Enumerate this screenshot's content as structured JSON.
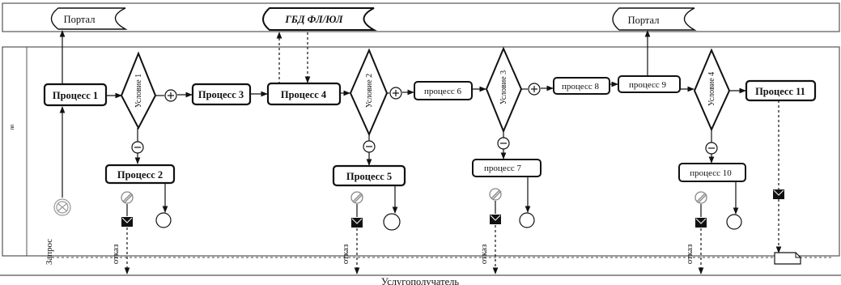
{
  "top_lane": {
    "portal_left": "Портал",
    "gbd": "ГБД ФЛ/ЮЛ",
    "portal_right": "Портал"
  },
  "process_lane": {
    "side_label": "пп",
    "processes": [
      "Процесс 1",
      "Процесс 2",
      "Процесс 3",
      "Процесс 4",
      "Процесс 5",
      "процесс 6",
      "процесс 7",
      "процесс 8",
      "процесс 9",
      "процесс 10",
      "Процесс 11"
    ],
    "conditions": [
      "Условие 1",
      "Условие 2",
      "Условие 3",
      "Условие 4"
    ]
  },
  "bottom_lane": {
    "title": "Услугополучатель",
    "request": "Запрос",
    "refusal": "отказ"
  },
  "colors": {
    "line": "#111111",
    "lane_border": "#555555"
  }
}
